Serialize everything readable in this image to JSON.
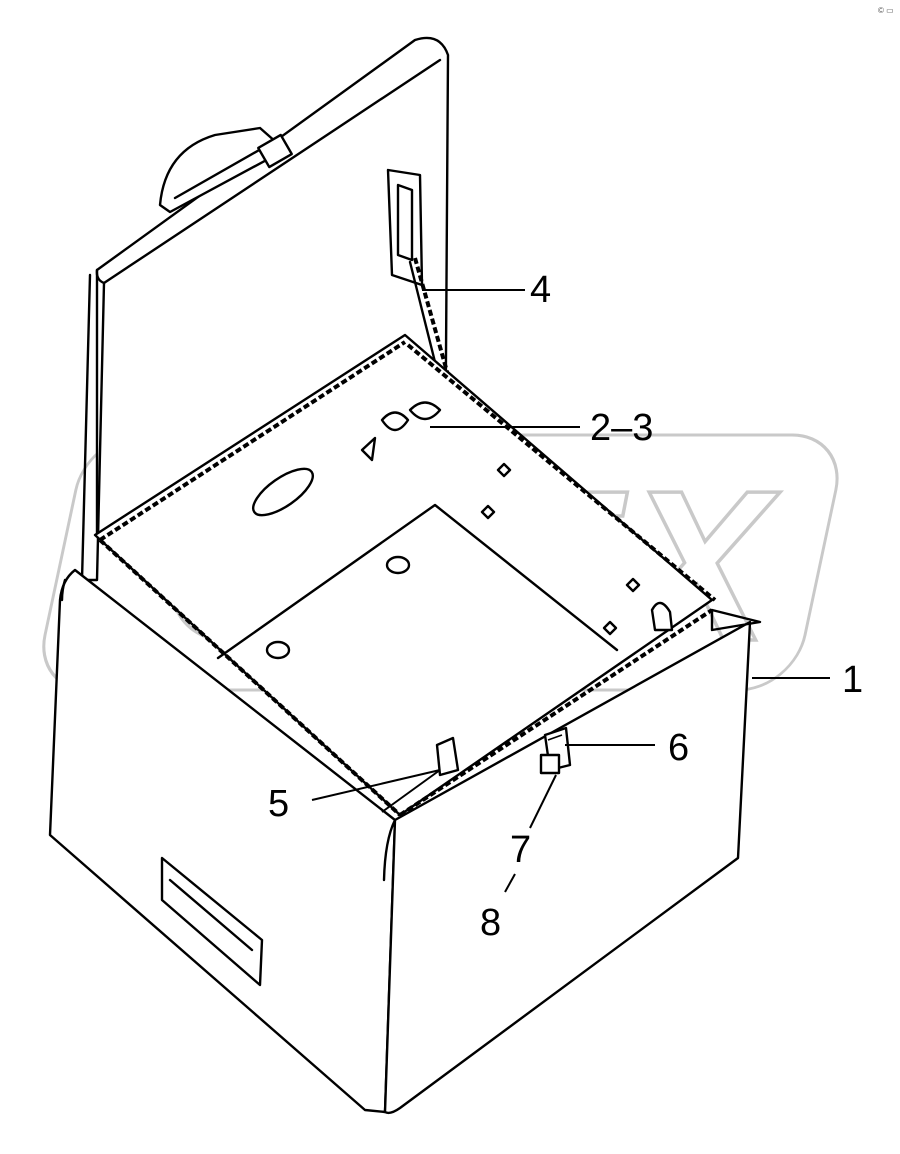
{
  "diagram": {
    "watermark": "OPEX",
    "corner_mark": "© ▭"
  },
  "callouts": [
    {
      "id": "c1",
      "label": "1"
    },
    {
      "id": "c23",
      "label": "2–3"
    },
    {
      "id": "c4",
      "label": "4"
    },
    {
      "id": "c5",
      "label": "5"
    },
    {
      "id": "c6",
      "label": "6"
    },
    {
      "id": "c7",
      "label": "7"
    },
    {
      "id": "c8",
      "label": "8"
    }
  ]
}
